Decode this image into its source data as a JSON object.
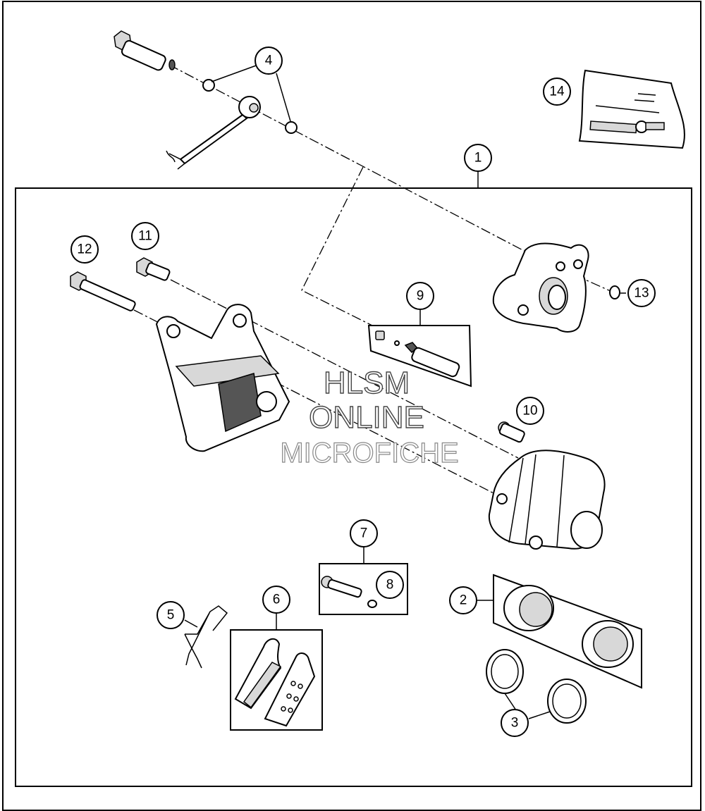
{
  "watermark": {
    "line1": "HLSM",
    "line2": "ONLINE",
    "line3": "MICROFICHE"
  },
  "callouts": [
    {
      "id": "1",
      "label": "1"
    },
    {
      "id": "2",
      "label": "2"
    },
    {
      "id": "3",
      "label": "3"
    },
    {
      "id": "4",
      "label": "4"
    },
    {
      "id": "5",
      "label": "5"
    },
    {
      "id": "6",
      "label": "6"
    },
    {
      "id": "7",
      "label": "7"
    },
    {
      "id": "8",
      "label": "8"
    },
    {
      "id": "9",
      "label": "9"
    },
    {
      "id": "10",
      "label": "10"
    },
    {
      "id": "11",
      "label": "11"
    },
    {
      "id": "12",
      "label": "12"
    },
    {
      "id": "13",
      "label": "13"
    },
    {
      "id": "14",
      "label": "14"
    }
  ]
}
